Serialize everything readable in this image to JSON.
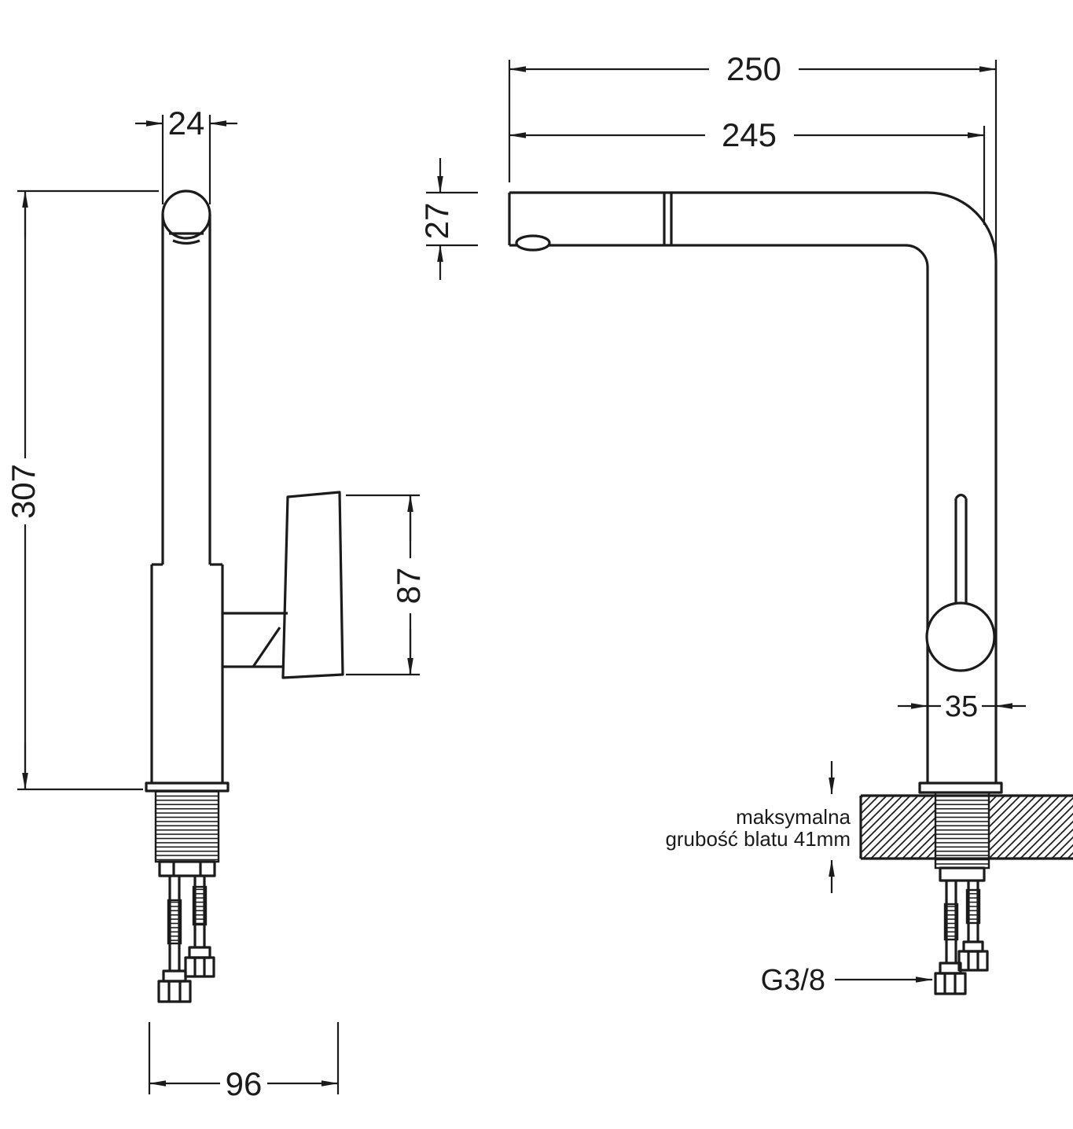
{
  "page": {
    "background": "#ffffff",
    "line_color": "#1b1b1b"
  },
  "drawing": {
    "side_view": {
      "dims": {
        "top_width": "24",
        "total_height": "307",
        "handle_height": "87",
        "base_depth": "96"
      }
    },
    "front_view": {
      "dims": {
        "overall_reach": "250",
        "spout_reach": "245",
        "spout_height": "27",
        "body_width": "35"
      },
      "labels": {
        "counter_note_line1": "maksymalna",
        "counter_note_line2": "grubość blatu 41mm",
        "thread_size": "G3/8"
      }
    }
  }
}
